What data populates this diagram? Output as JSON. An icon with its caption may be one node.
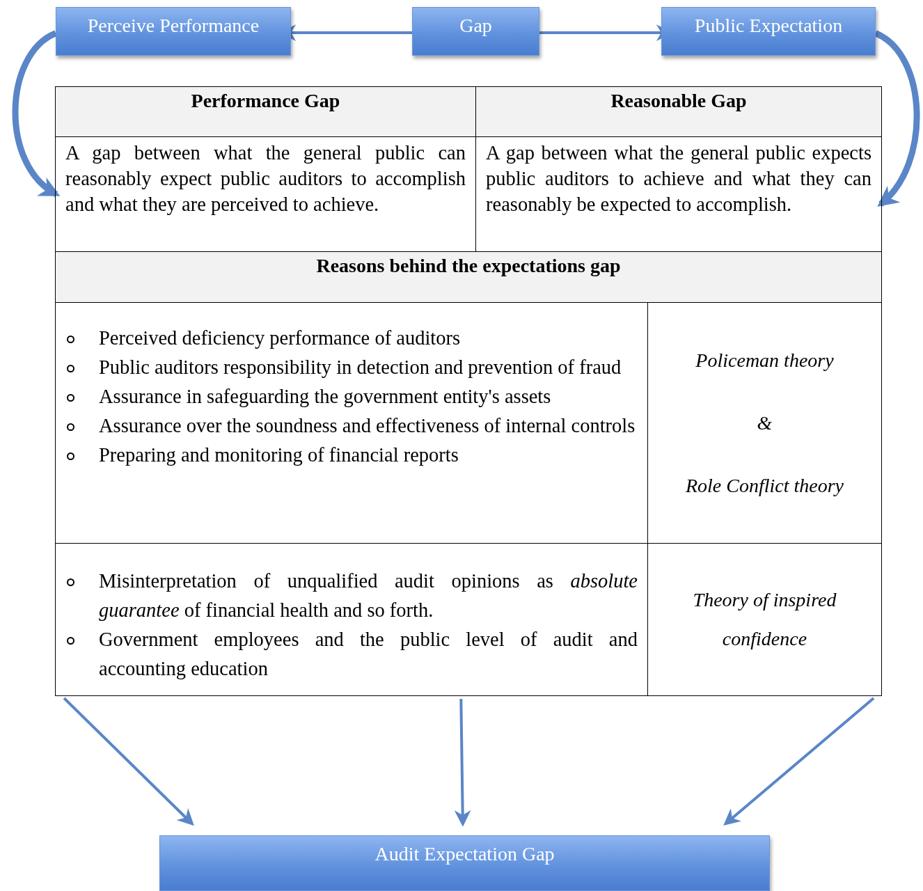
{
  "diagram": {
    "nodes": [
      {
        "text": [
          "Perceive Performance"
        ]
      },
      {
        "text": [
          "Gap"
        ]
      },
      {
        "text": [
          "Public Expectation"
        ]
      },
      {
        "text": [],
        "shape": "box"
      },
      {
        "text": [
          "Performance Gap",
          "A gap between what the general public can reasonably expect public auditors to accomplish and what they are perceived to achieve."
        ],
        "in": 3
      },
      {
        "text": [
          "Reasonable Gap",
          "A gap between what the general public expects public auditors to achieve and what they can reasonably be expected to accomplish."
        ],
        "in": 3
      },
      {
        "text": [
          "Reasons behind the expectations gap"
        ],
        "in": 3
      },
      {
        "text": [
          "Perceived deficiency performance of auditors",
          "Public auditors responsibility in detection and prevention of fraud",
          "Assurance in safeguarding the government entity's assets",
          "Assurance over the soundness and effectiveness of internal controls",
          "Preparing and monitoring of financial reports"
        ],
        "in": 3
      },
      {
        "text": [
          "Policeman theory",
          "&",
          "Role Conflict theory"
        ],
        "in": 3
      },
      {
        "text": [
          "Misinterpretation of unqualified audit opinions as *absolute guarantee* of financial health and so forth.",
          "Government employees and the public level of audit and accounting education"
        ],
        "in": 3
      },
      {
        "text": [
          "Theory of inspired confidence"
        ],
        "in": 3
      },
      {
        "text": [
          "Audit Expectation Gap"
        ]
      }
    ],
    "edges": [
      {
        "from": 1,
        "to": 0,
        "arrow": "to"
      },
      {
        "from": 1,
        "to": 2,
        "arrow": "to"
      },
      {
        "from": 0,
        "to": 4,
        "arrow": "to",
        "style": "thick"
      },
      {
        "from": 2,
        "to": 5,
        "arrow": "to",
        "style": "thick"
      },
      {
        "from": 3,
        "to": 11,
        "arrow": "to"
      },
      {
        "from": 3,
        "to": 11,
        "arrow": "to"
      },
      {
        "from": 3,
        "to": 11,
        "arrow": "to"
      }
    ]
  }
}
